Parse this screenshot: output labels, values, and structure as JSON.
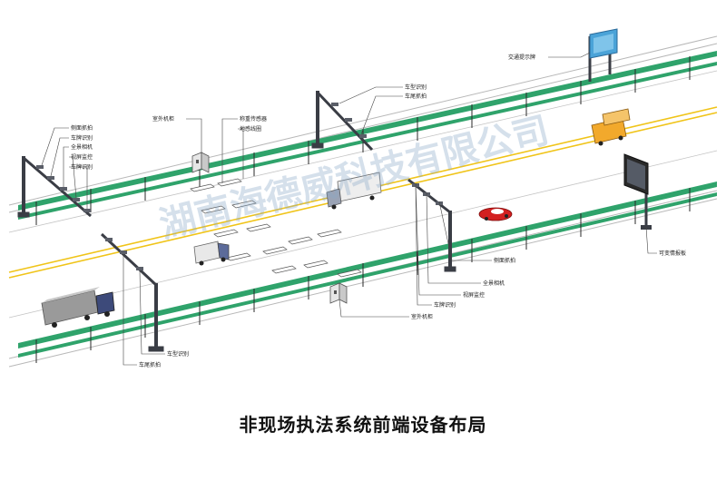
{
  "title": "非现场执法系统前端设备布局",
  "watermark": "湖南海德威科技有限公司",
  "labels": {
    "traffic_sign": "交通提示牌",
    "vehicle_type_top": "车型识别",
    "rear_capture_top": "车尾抓拍",
    "outdoor_cabinet_top": "室外机柜",
    "weigh_sensor": "称重传感器",
    "ground_loop": "地感线圈",
    "left_side_capture": "侧面抓拍",
    "left_plate_recog": "车牌识别",
    "left_panorama": "全景相机",
    "left_video": "视屏监控",
    "left_plate_recog2": "车牌识别",
    "right_side_capture": "侧面抓拍",
    "right_panorama": "全景相机",
    "right_video": "视屏监控",
    "right_plate_recog": "车牌识别",
    "outdoor_cabinet_bottom": "室外机柜",
    "vms_board": "可变情报板",
    "vehicle_type_bottom": "车型识别",
    "rear_capture_bottom": "车尾抓拍"
  },
  "colors": {
    "guardrail": "#2fa36b",
    "center_line": "#f0c419",
    "pole": "#3a3d45",
    "vehicle_red": "#d32020",
    "truck_orange": "#f2a92c"
  }
}
